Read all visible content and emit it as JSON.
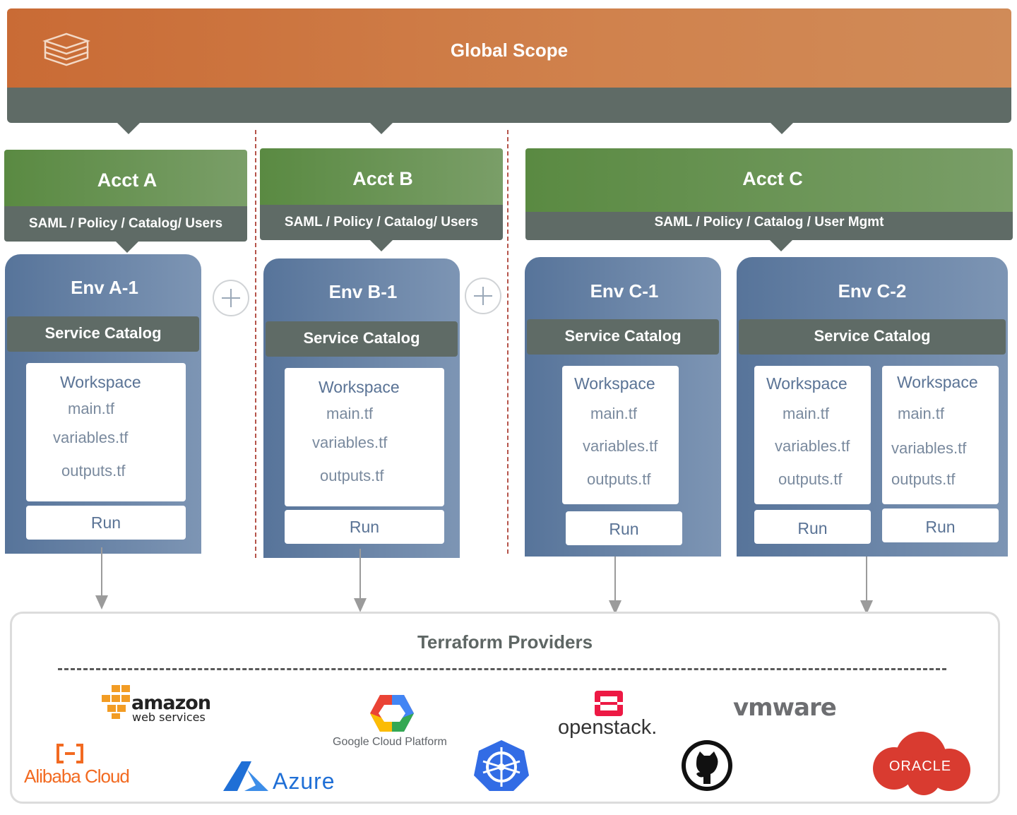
{
  "global": {
    "title": "Global Scope",
    "icon": "stack-layers-icon"
  },
  "accounts": [
    {
      "title": "Acct A",
      "subtitle": "SAML / Policy / Catalog/ Users"
    },
    {
      "title": "Acct B",
      "subtitle": "SAML / Policy / Catalog/ Users"
    },
    {
      "title": "Acct C",
      "subtitle": "SAML / Policy / Catalog / User Mgmt"
    }
  ],
  "envs": [
    {
      "title": "Env A-1",
      "catalog": "Service Catalog"
    },
    {
      "title": "Env B-1",
      "catalog": "Service Catalog"
    },
    {
      "title": "Env C-1",
      "catalog": "Service Catalog"
    },
    {
      "title": "Env  C-2",
      "catalog": "Service Catalog"
    }
  ],
  "workspace": {
    "label": "Workspace",
    "files": [
      "main.tf",
      "variables.tf",
      "outputs.tf"
    ],
    "run": "Run"
  },
  "providers": {
    "title": "Terraform Providers",
    "logos": {
      "amazon_main": "amazon",
      "amazon_sub": "web services",
      "alibaba": "Alibaba Cloud",
      "azure": "Azure",
      "google": "Google Cloud Platform",
      "openstack": "openstack.",
      "vmware": "vmware",
      "oracle": "ORACLE"
    }
  },
  "colors": {
    "global": "#c96b35",
    "dark": "#5f6b66",
    "account": "#5a8a42",
    "env": "#57749a",
    "divider": "#b5544a"
  }
}
